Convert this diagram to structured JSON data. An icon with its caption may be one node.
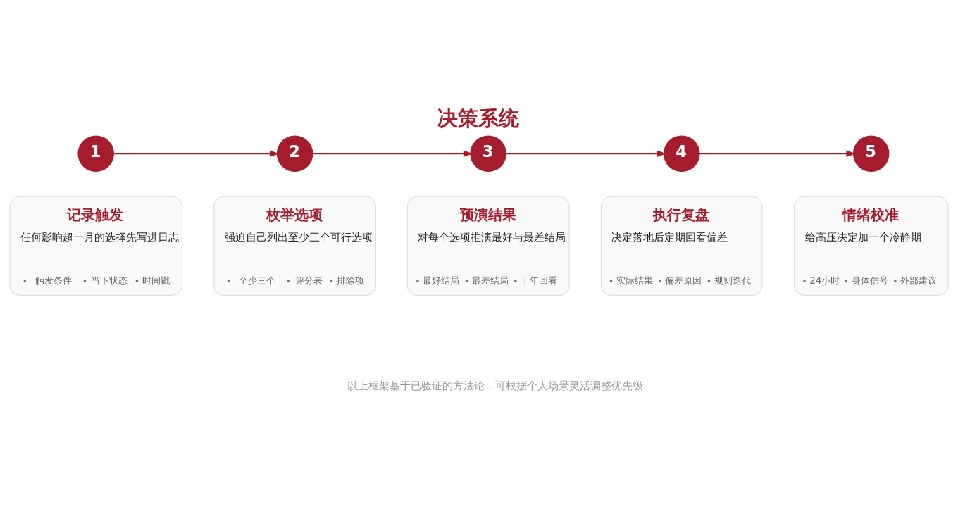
{
  "diagram": {
    "title": "决策系统",
    "nodes": [
      {
        "text": [
          "1"
        ]
      },
      {
        "text": [
          "2"
        ]
      },
      {
        "text": [
          "3"
        ]
      },
      {
        "text": [
          "4"
        ]
      },
      {
        "text": [
          "5"
        ]
      },
      {
        "text": [
          "记录触发",
          "任何影响超一月的选择先写进日志",
          "触发条件",
          "当下状态",
          "时间戳"
        ]
      },
      {
        "text": [
          "枚举选项",
          "强迫自己列出至少三个可行选项",
          "至少三个",
          "评分表",
          "排除项"
        ]
      },
      {
        "text": [
          "预演结果",
          "对每个选项推演最好与最差结局",
          "最好结局",
          "最差结局",
          "十年回看"
        ]
      },
      {
        "text": [
          "执行复盘",
          "决定落地后定期回看偏差",
          "实际结果",
          "偏差原因",
          "规则迭代"
        ]
      },
      {
        "text": [
          "情绪校准",
          "给高压决定加一个冷静期",
          "24小时",
          "身体信号",
          "外部建议"
        ]
      }
    ],
    "edges": [
      {
        "from": 0,
        "to": 1,
        "arrow": "to"
      },
      {
        "from": 1,
        "to": 2,
        "arrow": "to"
      },
      {
        "from": 2,
        "to": 3,
        "arrow": "to"
      },
      {
        "from": 3,
        "to": 4,
        "arrow": "to"
      }
    ],
    "caption": "以上框架基于已验证的方法论，可根据个人场景灵活调整优先级"
  }
}
